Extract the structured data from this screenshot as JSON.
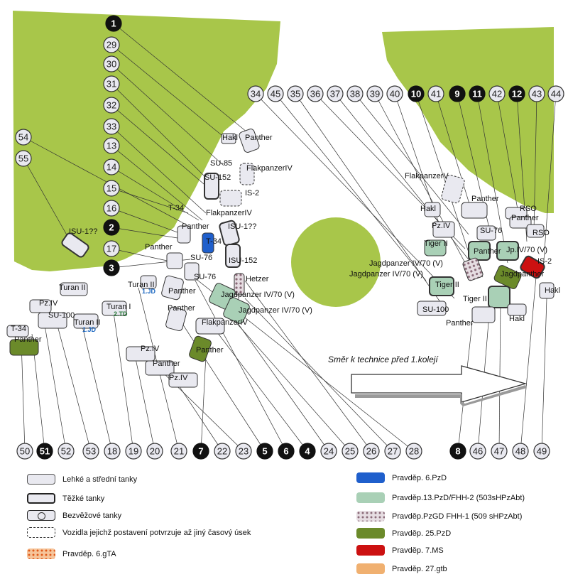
{
  "map": {
    "direction_text": "Směr k technice před 1.kolejí",
    "vehicles": [
      {
        "label": "Panther",
        "text_x": 345,
        "text_y": 197
      },
      {
        "label": "Hakl",
        "text_x": 313,
        "text_y": 197
      },
      {
        "label": "SU-85",
        "text_x": 296,
        "text_y": 233
      },
      {
        "label": "FlakpanzerIV",
        "text_x": 347,
        "text_y": 240
      },
      {
        "label": "SU-152",
        "text_x": 288,
        "text_y": 253
      },
      {
        "label": "IS-2",
        "text_x": 345,
        "text_y": 275
      },
      {
        "label": "T-34",
        "text_x": 237,
        "text_y": 296
      },
      {
        "label": "FlakpanzerIV",
        "text_x": 290,
        "text_y": 303
      },
      {
        "label": "Panther",
        "text_x": 256,
        "text_y": 322
      },
      {
        "label": "ISU-1??",
        "text_x": 321,
        "text_y": 322
      },
      {
        "label": "T-34",
        "text_x": 290,
        "text_y": 343
      },
      {
        "label": "Panther",
        "text_x": 204,
        "text_y": 351
      },
      {
        "label": "SU-76",
        "text_x": 268,
        "text_y": 366
      },
      {
        "label": "ISU-152",
        "text_x": 322,
        "text_y": 370
      },
      {
        "label": "ISU-1??",
        "text_x": 97,
        "text_y": 329
      },
      {
        "label": "SU-76",
        "text_x": 273,
        "text_y": 393
      },
      {
        "label": "Hetzer",
        "text_x": 346,
        "text_y": 396
      },
      {
        "label": "Panther",
        "text_x": 237,
        "text_y": 413
      },
      {
        "label": "Jagdpanzer IV/70 (V)",
        "text_x": 311,
        "text_y": 418
      },
      {
        "label": "Panther",
        "text_x": 236,
        "text_y": 437
      },
      {
        "label": "Jagdpanzer IV/70 (V)",
        "text_x": 336,
        "text_y": 440
      },
      {
        "label": "FlakpanzerIV",
        "text_x": 284,
        "text_y": 457
      },
      {
        "label": "Panther",
        "text_x": 276,
        "text_y": 496
      },
      {
        "label": "Turan II",
        "text_x": 180,
        "text_y": 404
      },
      {
        "label": "Turan II",
        "text_x": 83,
        "text_y": 408
      },
      {
        "label": "Pz.IV",
        "text_x": 55,
        "text_y": 430
      },
      {
        "label": "SU-100",
        "text_x": 68,
        "text_y": 447
      },
      {
        "label": "Turan I",
        "text_x": 150,
        "text_y": 435
      },
      {
        "label": "Turan II",
        "text_x": 104,
        "text_y": 457
      },
      {
        "label": "T-34",
        "text_x": 15,
        "text_y": 466
      },
      {
        "label": "Panther",
        "text_x": 20,
        "text_y": 481
      },
      {
        "label": "Pz.IV",
        "text_x": 198,
        "text_y": 494
      },
      {
        "label": "Panther",
        "text_x": 215,
        "text_y": 515
      },
      {
        "label": "Pz.IV",
        "text_x": 238,
        "text_y": 535
      },
      {
        "label": "FlakpanzerV",
        "text_x": 570,
        "text_y": 251
      },
      {
        "label": "Panther",
        "text_x": 664,
        "text_y": 283
      },
      {
        "label": "Hakl",
        "text_x": 592,
        "text_y": 297
      },
      {
        "label": "RSO",
        "text_x": 732,
        "text_y": 297
      },
      {
        "label": "Panther",
        "text_x": 720,
        "text_y": 310
      },
      {
        "label": "Pz.IV",
        "text_x": 608,
        "text_y": 321
      },
      {
        "label": "SU-76",
        "text_x": 676,
        "text_y": 328
      },
      {
        "label": "RSO",
        "text_x": 750,
        "text_y": 331
      },
      {
        "label": "Tiger II",
        "text_x": 597,
        "text_y": 346
      },
      {
        "label": "Panther",
        "text_x": 667,
        "text_y": 357
      },
      {
        "label": "Jp.IV/70 (V)",
        "text_x": 713,
        "text_y": 355
      },
      {
        "label": "Jagdpanzer IV/70 (V)",
        "text_x": 520,
        "text_y": 374
      },
      {
        "label": "IS-2",
        "text_x": 757,
        "text_y": 371
      },
      {
        "label": "Jagdpanzer IV/70 (V)",
        "text_x": 492,
        "text_y": 389
      },
      {
        "label": "Jagdpanther",
        "text_x": 705,
        "text_y": 389
      },
      {
        "label": "Tiger II",
        "text_x": 613,
        "text_y": 404
      },
      {
        "label": "Hakl",
        "text_x": 767,
        "text_y": 412
      },
      {
        "label": "Tiger II",
        "text_x": 652,
        "text_y": 424
      },
      {
        "label": "SU-100",
        "text_x": 595,
        "text_y": 439
      },
      {
        "label": "Panther",
        "text_x": 628,
        "text_y": 458
      },
      {
        "label": "Hakl",
        "text_x": 717,
        "text_y": 452
      }
    ],
    "unit_tags": [
      {
        "label": "1.JD",
        "color": "blue"
      },
      {
        "label": "2.TD",
        "color": "green"
      },
      {
        "label": "1.JD",
        "color": "blue"
      }
    ],
    "circles": [
      {
        "n": "1",
        "dark": true
      },
      {
        "n": "29",
        "dark": false
      },
      {
        "n": "30",
        "dark": false
      },
      {
        "n": "31",
        "dark": false
      },
      {
        "n": "32",
        "dark": false
      },
      {
        "n": "33",
        "dark": false
      },
      {
        "n": "13",
        "dark": false
      },
      {
        "n": "14",
        "dark": false
      },
      {
        "n": "15",
        "dark": false
      },
      {
        "n": "16",
        "dark": false
      },
      {
        "n": "2",
        "dark": true
      },
      {
        "n": "17",
        "dark": false
      },
      {
        "n": "3",
        "dark": true
      },
      {
        "n": "54",
        "dark": false
      },
      {
        "n": "55",
        "dark": false
      },
      {
        "n": "34",
        "dark": false
      },
      {
        "n": "45",
        "dark": false
      },
      {
        "n": "35",
        "dark": false
      },
      {
        "n": "36",
        "dark": false
      },
      {
        "n": "37",
        "dark": false
      },
      {
        "n": "38",
        "dark": false
      },
      {
        "n": "39",
        "dark": false
      },
      {
        "n": "40",
        "dark": false
      },
      {
        "n": "10",
        "dark": true
      },
      {
        "n": "41",
        "dark": false
      },
      {
        "n": "9",
        "dark": true
      },
      {
        "n": "11",
        "dark": true
      },
      {
        "n": "42",
        "dark": false
      },
      {
        "n": "12",
        "dark": true
      },
      {
        "n": "43",
        "dark": false
      },
      {
        "n": "44",
        "dark": false
      },
      {
        "n": "50",
        "dark": false
      },
      {
        "n": "51",
        "dark": true
      },
      {
        "n": "52",
        "dark": false
      },
      {
        "n": "53",
        "dark": false
      },
      {
        "n": "18",
        "dark": false
      },
      {
        "n": "19",
        "dark": false
      },
      {
        "n": "20",
        "dark": false
      },
      {
        "n": "21",
        "dark": false
      },
      {
        "n": "7",
        "dark": true
      },
      {
        "n": "22",
        "dark": false
      },
      {
        "n": "23",
        "dark": false
      },
      {
        "n": "5",
        "dark": true
      },
      {
        "n": "6",
        "dark": true
      },
      {
        "n": "4",
        "dark": true
      },
      {
        "n": "24",
        "dark": false
      },
      {
        "n": "25",
        "dark": false
      },
      {
        "n": "26",
        "dark": false
      },
      {
        "n": "27",
        "dark": false
      },
      {
        "n": "28",
        "dark": false
      },
      {
        "n": "8",
        "dark": true
      },
      {
        "n": "46",
        "dark": false
      },
      {
        "n": "47",
        "dark": false
      },
      {
        "n": "48",
        "dark": false
      },
      {
        "n": "49",
        "dark": false
      }
    ]
  },
  "legend": {
    "left": [
      {
        "label": "Lehké a střední tanky",
        "style": "light"
      },
      {
        "label": "Těžké tanky",
        "style": "heavy"
      },
      {
        "label": "Bezvěžové tanky",
        "style": "turretless"
      },
      {
        "label": "Vozidla jejichž postavení potvrzuje až jiný časový úsek",
        "style": "dashed"
      },
      {
        "label": "Pravděp.  6.gTA",
        "style": "orange-dots"
      }
    ],
    "right": [
      {
        "label": "Pravděp.  6.PzD",
        "color": "#1f5fcc"
      },
      {
        "label": "Pravděp.13.PzD/FHH-2 (503sHPzAbt)",
        "color": "#a9d0b6"
      },
      {
        "label": "Pravděp.PzGD FHH-1 (509 sHPzAbt)",
        "color": "#b59aa3"
      },
      {
        "label": "Pravděp.  25.PzD",
        "color": "#6b8a2a"
      },
      {
        "label": "Pravděp.  7.MS",
        "color": "#cc1111"
      },
      {
        "label": "Pravděp.  27.gtb",
        "color": "#f0b070"
      }
    ]
  },
  "colors": {
    "field": "#a8c64a",
    "pond": "#a8c64a",
    "tank_fill": "#e9e9f0",
    "tank_stroke": "#333333"
  }
}
